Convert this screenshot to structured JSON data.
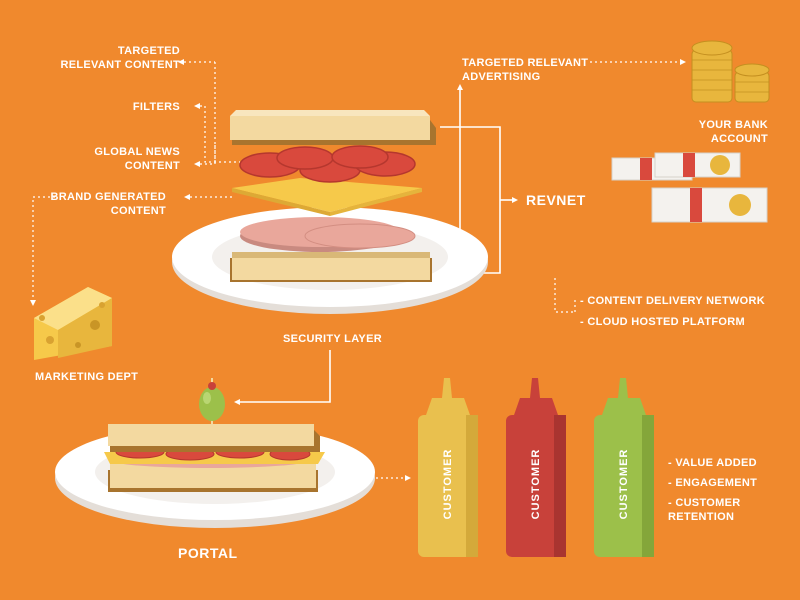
{
  "labels": {
    "targeted_relevant_content": "TARGETED\nRELEVANT CONTENT",
    "filters": "FILTERS",
    "global_news_content": "GLOBAL NEWS\nCONTENT",
    "brand_generated_content": "BRAND GENERATED\nCONTENT",
    "marketing_dept": "MARKETING DEPT",
    "security_layer": "SECURITY LAYER",
    "portal": "PORTAL",
    "revnet": "REVNET",
    "targeted_relevant_advertising": "TARGETED RELEVANT\nADVERTISING",
    "your_bank_account": "YOUR BANK\nACCOUNT"
  },
  "revnet_features": [
    "- CONTENT DELIVERY NETWORK",
    "- CLOUD HOSTED PLATFORM"
  ],
  "customer_benefits": [
    "- VALUE ADDED",
    "- ENGAGEMENT",
    "- CUSTOMER\n  RETENTION"
  ],
  "bottles": [
    {
      "label": "CUSTOMER",
      "color": "#E9C04E",
      "shade": "#D4A93A"
    },
    {
      "label": "CUSTOMER",
      "color": "#C8413A",
      "shade": "#A93430"
    },
    {
      "label": "CUSTOMER",
      "color": "#9CC04A",
      "shade": "#84A63A"
    }
  ],
  "colors": {
    "background": "#F0892D",
    "bread": "#F3D9A0",
    "crust": "#A8742E",
    "tomato": "#D9493D",
    "cheese": "#F6C94A",
    "ham": "#E9A79B",
    "plate": "#FFFFFF"
  },
  "icons": [
    "cheese-wedge-icon",
    "olive-pick-icon",
    "coin-stack-icon",
    "banknote-bundle-icon",
    "condiment-bottle-icon"
  ]
}
